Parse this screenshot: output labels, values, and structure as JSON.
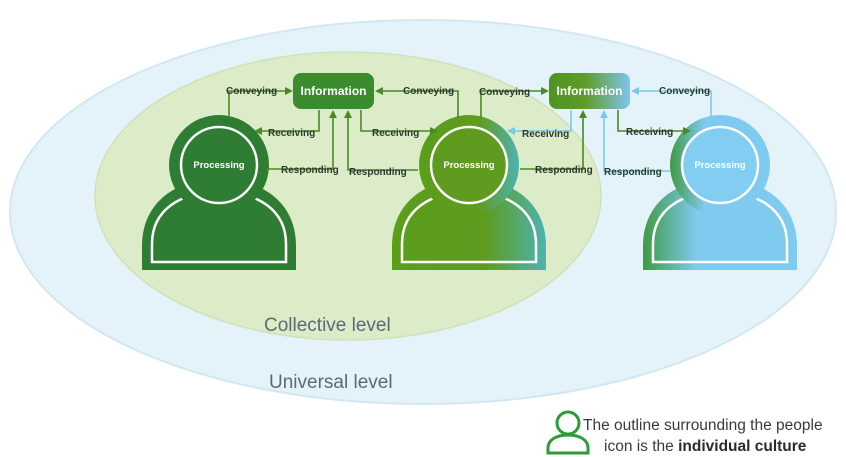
{
  "levels": {
    "collective": "Collective level",
    "universal": "Universal level"
  },
  "information_boxes": [
    "Information",
    "Information"
  ],
  "persons": [
    {
      "label": "Processing",
      "color": "#2e7d32"
    },
    {
      "label": "Processing",
      "color": "#5e9a1c"
    },
    {
      "label": "Processing",
      "color": "#82cdf2"
    }
  ],
  "arrow_labels": {
    "conveying": "Conveying",
    "receiving": "Receiving",
    "responding": "Responding"
  },
  "legend": {
    "line1": "The outline surrounding the people",
    "line2_prefix": "icon is the ",
    "line2_bold": "individual culture",
    "icon": "person-outline-icon"
  },
  "colors": {
    "dark_green": "#2e7d32",
    "mid_green": "#5e9a1c",
    "light_blue": "#82cdf2",
    "teal": "#4fb0a8",
    "collective_fill": "#dcebc8",
    "universal_fill": "#e4f2f9"
  }
}
